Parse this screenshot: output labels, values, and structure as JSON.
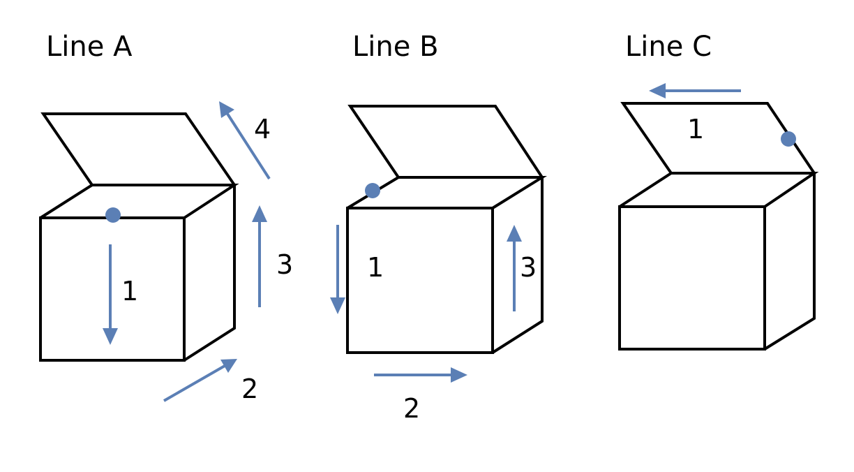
{
  "colors": {
    "arrow": "#5b7fb5",
    "outline": "#000000",
    "background": "#ffffff"
  },
  "panels": [
    {
      "title": "Line A",
      "steps": [
        "1",
        "2",
        "3",
        "4"
      ]
    },
    {
      "title": "Line B",
      "steps": [
        "1",
        "2",
        "3"
      ]
    },
    {
      "title": "Line C",
      "steps": [
        "1"
      ]
    }
  ]
}
